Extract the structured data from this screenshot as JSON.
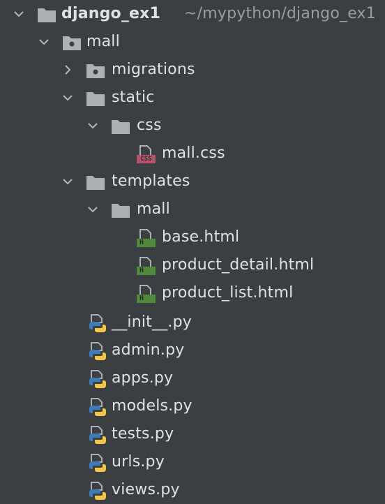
{
  "project": {
    "name": "django_ex1",
    "path": "~/mypython/django_ex1"
  },
  "tree": {
    "mall": "mall",
    "migrations": "migrations",
    "static": "static",
    "css_folder": "css",
    "mall_css": "mall.css",
    "templates": "templates",
    "templates_mall": "mall",
    "base_html": "base.html",
    "product_detail_html": "product_detail.html",
    "product_list_html": "product_list.html",
    "init_py": "__init__.py",
    "admin_py": "admin.py",
    "apps_py": "apps.py",
    "models_py": "models.py",
    "tests_py": "tests.py",
    "urls_py": "urls.py",
    "views_py": "views.py"
  },
  "badges": {
    "css": "CSS",
    "html": "H"
  },
  "icons": {
    "folder": "folder-icon",
    "package": "package-folder-icon",
    "css_file": "css-file-icon",
    "html_file": "html-file-icon",
    "python_file": "python-file-icon",
    "expanded": "chevron-down-icon",
    "collapsed": "chevron-right-icon"
  },
  "colors": {
    "background": "#3c3f41",
    "text": "#dfe1e3",
    "muted": "#9a9da0",
    "folder": "#aeb1b4",
    "html_badge": "#4e8a3b",
    "css_badge": "#b3546a",
    "python_blue": "#3d7ab8",
    "python_yellow": "#f2c84b"
  }
}
